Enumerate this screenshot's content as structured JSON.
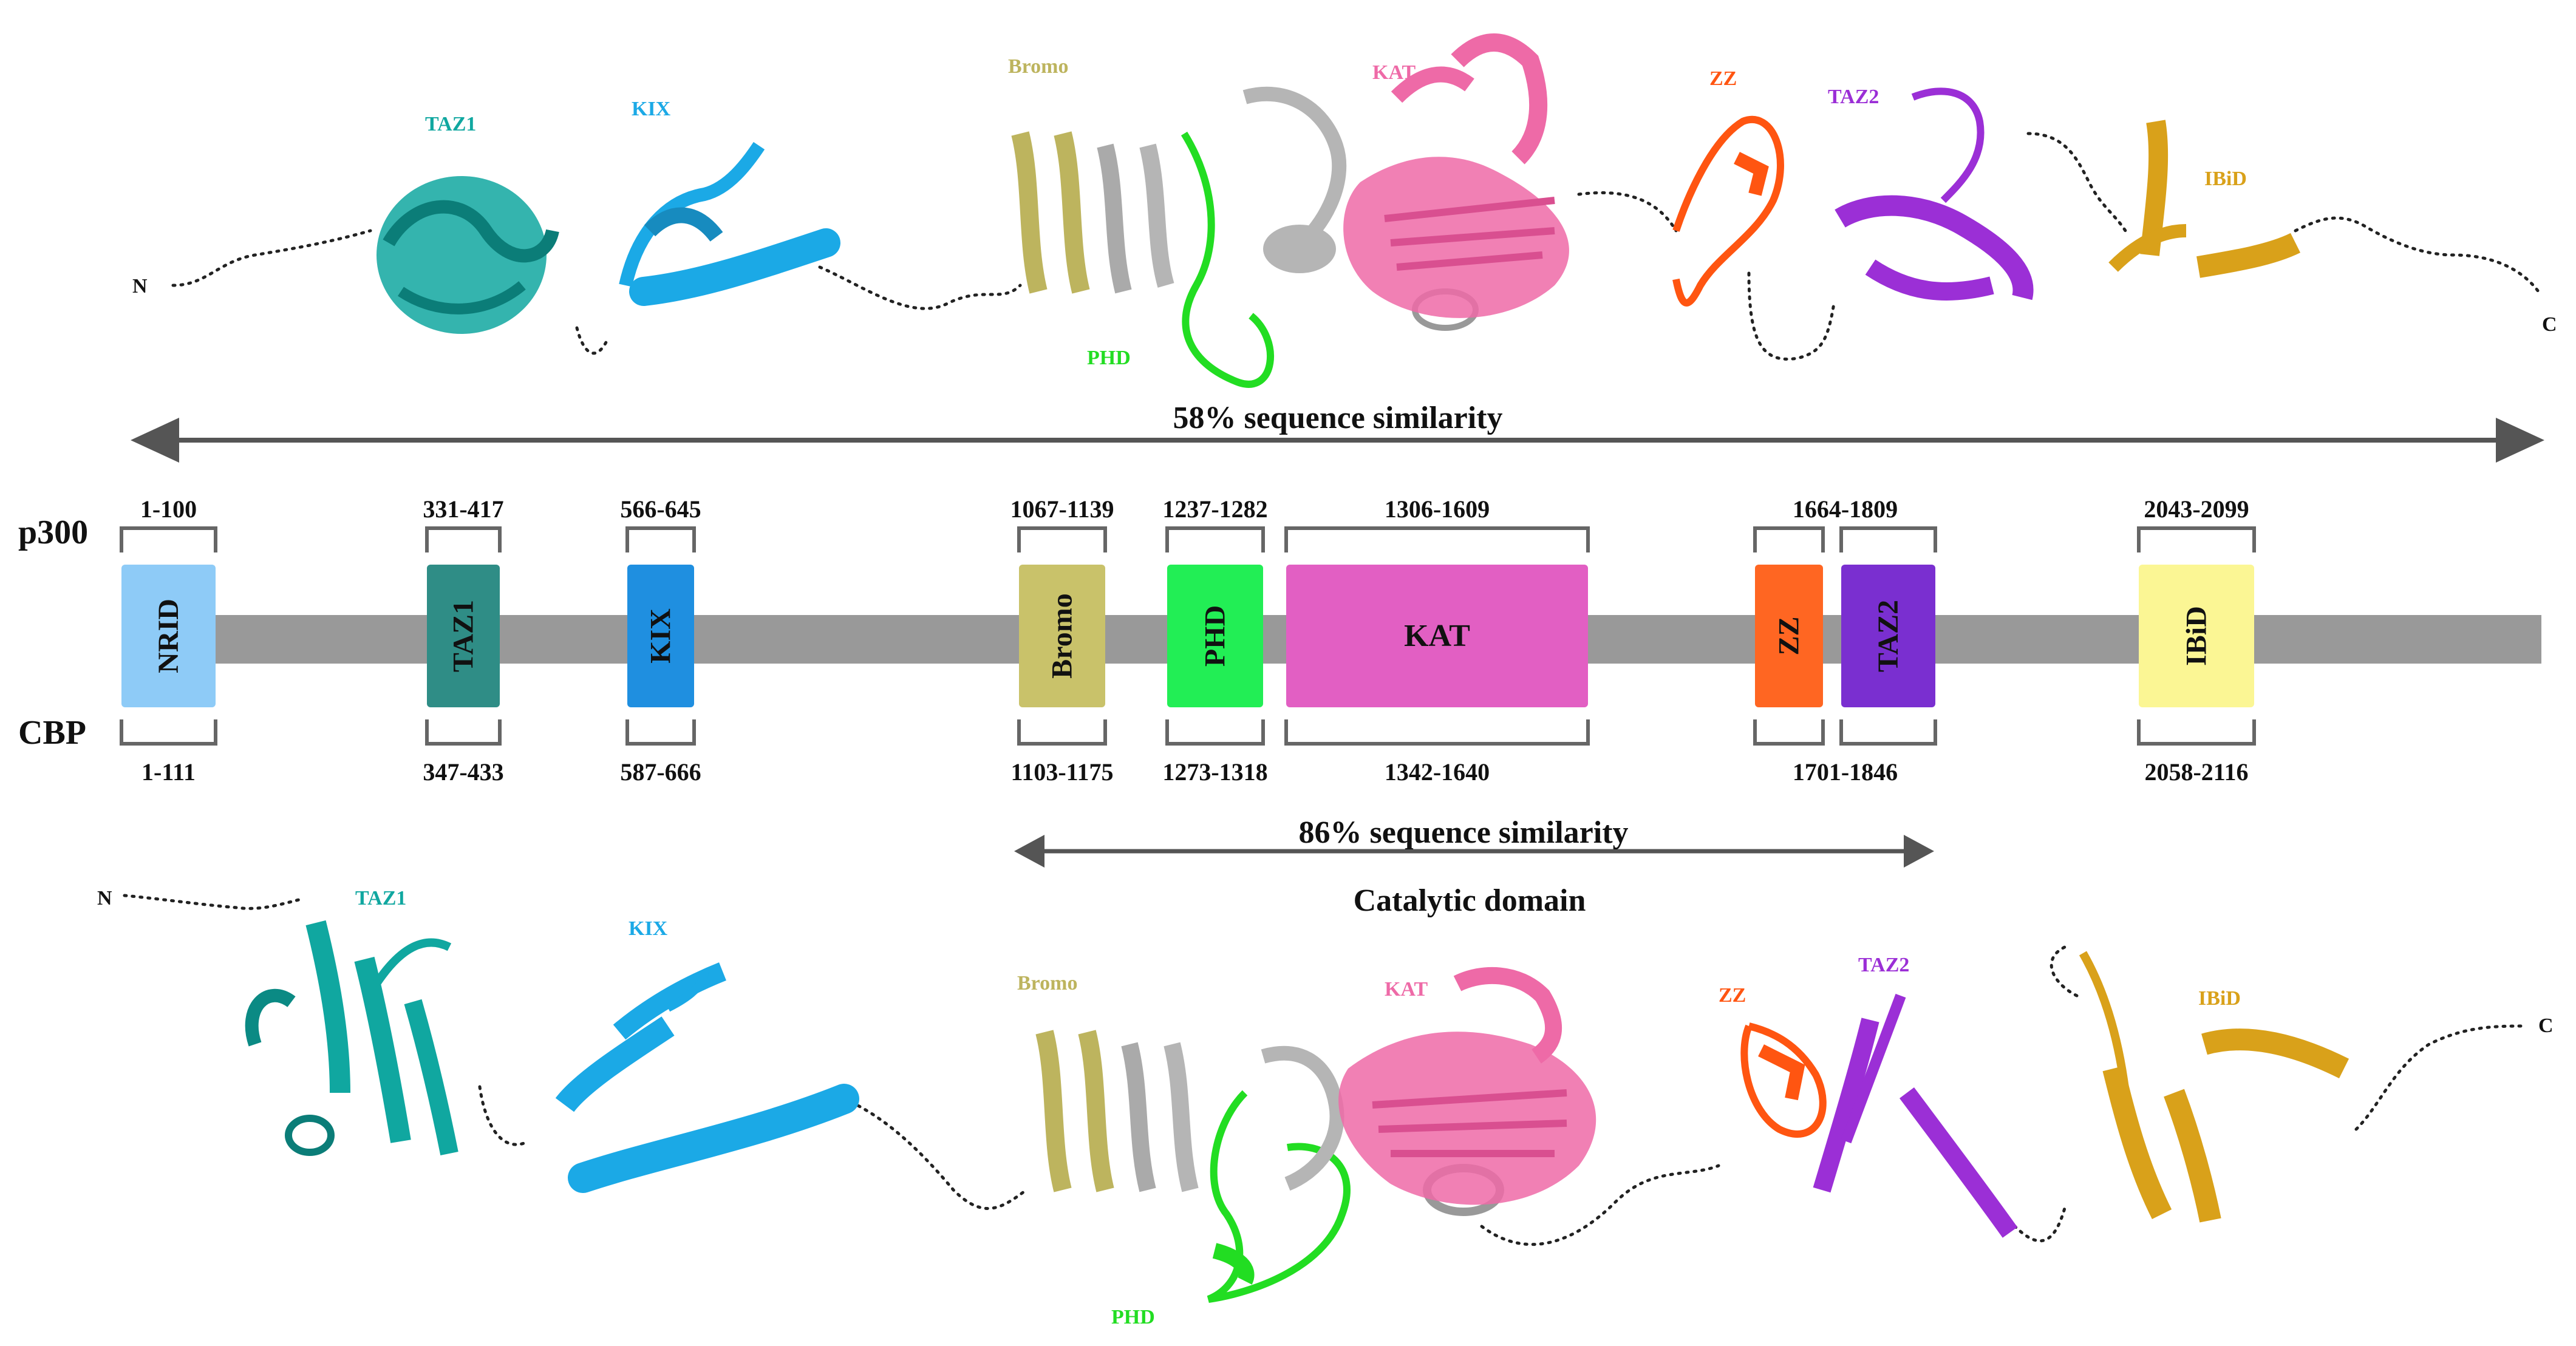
{
  "colors": {
    "NRID": "#8ecbf7",
    "TAZ1": "#2f8d86",
    "KIX": "#1f8fe0",
    "Bromo": "#c9c26a",
    "PHD": "#22ee55",
    "KAT": "#e25fc3",
    "ZZ": "#ff6622",
    "TAZ2": "#7a2fd0",
    "IBiD": "#fbf694",
    "backbone": "#999999",
    "arrow": "#555555",
    "bracket": "#666666",
    "struct_TAZ1": "#10a7a0",
    "struct_KIX": "#1ba9e6",
    "struct_Bromo": "#bdb45e",
    "struct_PHD": "#22dd22",
    "struct_KAT": "#ee6aa7",
    "struct_ZZ": "#ff5511",
    "struct_TAZ2": "#9b2fd6",
    "struct_IBiD": "#d9a11a",
    "struct_grey": "#b5b5b5"
  },
  "proteins": {
    "top": "p300",
    "bottom": "CBP"
  },
  "domains": [
    {
      "name": "NRID",
      "p300_range": "1-100",
      "cbp_range": "1-111"
    },
    {
      "name": "TAZ1",
      "p300_range": "331-417",
      "cbp_range": "347-433"
    },
    {
      "name": "KIX",
      "p300_range": "566-645",
      "cbp_range": "587-666"
    },
    {
      "name": "Bromo",
      "p300_range": "1067-1139",
      "cbp_range": "1103-1175"
    },
    {
      "name": "PHD",
      "p300_range": "1237-1282",
      "cbp_range": "1273-1318"
    },
    {
      "name": "KAT",
      "p300_range": "1306-1609",
      "cbp_range": "1342-1640"
    },
    {
      "name": "ZZ",
      "p300_range": "",
      "cbp_range": ""
    },
    {
      "name": "TAZ2",
      "p300_range": "",
      "cbp_range": ""
    },
    {
      "name": "IBiD",
      "p300_range": "2043-2099",
      "cbp_range": "2058-2116"
    }
  ],
  "zz_taz2_range": {
    "p300": "1664-1809",
    "cbp": "1701-1846"
  },
  "similarity": {
    "overall": "58% sequence similarity",
    "catalytic": "86% sequence similarity",
    "catalytic_label": "Catalytic domain"
  },
  "structures": {
    "top": {
      "n_terminus": "N",
      "c_terminus": "C",
      "labels": [
        "TAZ1",
        "KIX",
        "Bromo",
        "KAT",
        "PHD",
        "ZZ",
        "TAZ2",
        "IBiD"
      ]
    },
    "bottom": {
      "n_terminus": "N",
      "c_terminus": "C",
      "labels": [
        "TAZ1",
        "KIX",
        "Bromo",
        "KAT",
        "PHD",
        "ZZ",
        "TAZ2",
        "IBiD"
      ]
    }
  }
}
